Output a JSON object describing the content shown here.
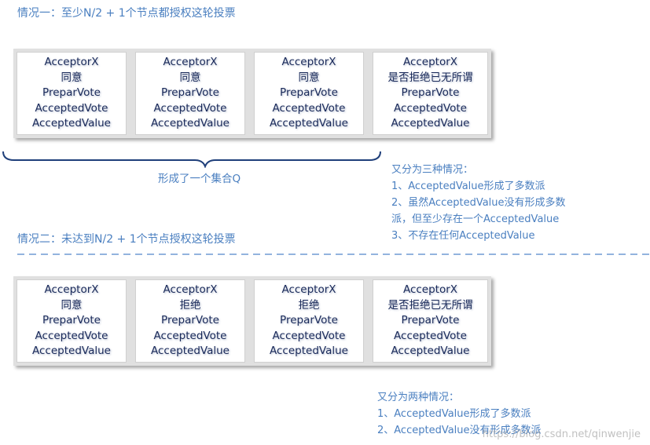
{
  "case1": {
    "heading": "情况一：至少N/2 + 1个节点都授权这轮投票",
    "acceptors": [
      {
        "name": "AcceptorX",
        "state": "同意",
        "l1": "PreparVote",
        "l2": "AcceptedVote",
        "l3": "AcceptedValue"
      },
      {
        "name": "AcceptorX",
        "state": "同意",
        "l1": "PreparVote",
        "l2": "AcceptedVote",
        "l3": "AcceptedValue"
      },
      {
        "name": "AcceptorX",
        "state": "同意",
        "l1": "PreparVote",
        "l2": "AcceptedVote",
        "l3": "AcceptedValue"
      },
      {
        "name": "AcceptorX",
        "state": "是否拒绝已无所谓",
        "l1": "PreparVote",
        "l2": "AcceptedVote",
        "l3": "AcceptedValue"
      }
    ],
    "brace_label": "形成了一个集合Q",
    "notes": [
      "又分为三种情况：",
      "1、AcceptedValue形成了多数派",
      "2、虽然AcceptedValue没有形成多数",
      "派，但至少存在一个AcceptedValue",
      "3、不存在任何AcceptedValue"
    ]
  },
  "case2": {
    "heading": "情况二：未达到N/2 + 1个节点授权这轮投票",
    "acceptors": [
      {
        "name": "AcceptorX",
        "state": "同意",
        "l1": "PreparVote",
        "l2": "AcceptedVote",
        "l3": "AcceptedValue"
      },
      {
        "name": "AcceptorX",
        "state": "拒绝",
        "l1": "PreparVote",
        "l2": "AcceptedVote",
        "l3": "AcceptedValue"
      },
      {
        "name": "AcceptorX",
        "state": "拒绝",
        "l1": "PreparVote",
        "l2": "AcceptedVote",
        "l3": "AcceptedValue"
      },
      {
        "name": "AcceptorX",
        "state": "是否拒绝已无所谓",
        "l1": "PreparVote",
        "l2": "AcceptedVote",
        "l3": "AcceptedValue"
      }
    ],
    "notes": [
      "又分为两种情况：",
      "1、AcceptedValue形成了多数派",
      "2、AcceptedValue没有形成多数派"
    ]
  },
  "watermark": "https://blog.csdn.net/qinwenjie",
  "colors": {
    "accent": "#4a7fc0",
    "text": "#1a2a5a"
  }
}
